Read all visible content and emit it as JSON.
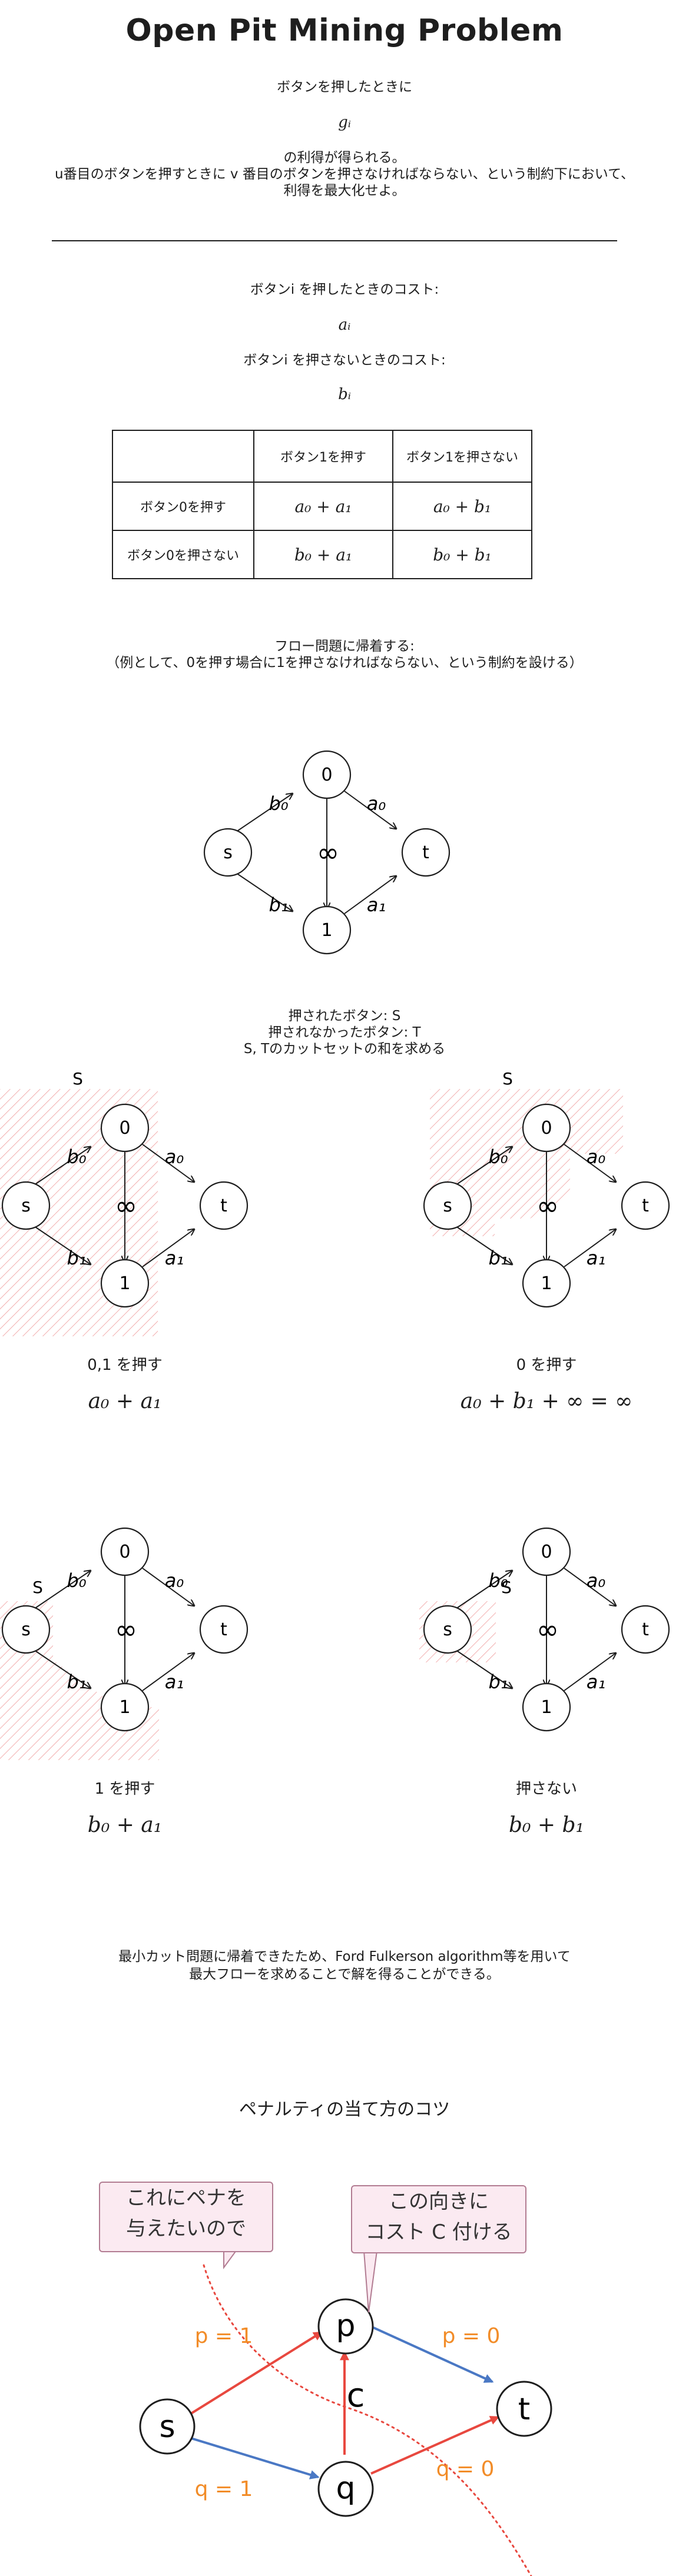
{
  "title": "Open Pit Mining Problem",
  "intro": {
    "line1": "ボタンを押したときに",
    "gain": "gᵢ",
    "line2": "の利得が得られる。",
    "line3": "u番目のボタンを押すときに v 番目のボタンを押さなければならない、という制約下において、",
    "line4": "利得を最大化せよ。"
  },
  "costs": {
    "press_text": "ボタンi を押したときのコスト:",
    "press_sym": "aᵢ",
    "nopress_text": "ボタンi を押さないときのコスト:",
    "nopress_sym": "bᵢ"
  },
  "table": {
    "col1": "ボタン1を押す",
    "col2": "ボタン1を押さない",
    "row1": "ボタン0を押す",
    "row2": "ボタン0を押さない",
    "c11": "a₀ + a₁",
    "c12": "a₀ + b₁",
    "c21": "b₀ + a₁",
    "c22": "b₀ + b₁"
  },
  "flow": {
    "line1": "フロー問題に帰着する:",
    "line2": "（例として、0を押す場合に1を押さなければならない、という制約を設ける）"
  },
  "graph": {
    "node_s": "s",
    "node_t": "t",
    "node_0": "0",
    "node_1": "1",
    "label_b0": "b₀",
    "label_a0": "a₀",
    "label_b1": "b₁",
    "label_a1": "a₁",
    "label_inf": "∞"
  },
  "cut_text": {
    "line1": "押されたボタン: S",
    "line2": "押されなかったボタン: T",
    "line3": "S, Tのカットセットの和を求める"
  },
  "cases": {
    "s_label": "S",
    "c1_caption": "0,1 を押す",
    "c1_result": "a₀ + a₁",
    "c2_caption": "0 を押す",
    "c2_result": "a₀ + b₁ + ∞ = ∞",
    "c3_caption": "1 を押す",
    "c3_result": "b₀ + a₁",
    "c4_caption": "押さない",
    "c4_result": "b₀ + b₁"
  },
  "conclusion": {
    "line1": "最小カット問題に帰着できたため、Ford Fulkerson algorithm等を用いて",
    "line2": "最大フローを求めることで解を得ることができる。"
  },
  "penalty": {
    "title": "ペナルティの当て方のコツ",
    "bubble_left_1": "これにペナを",
    "bubble_left_2": "与えたいので",
    "bubble_right_1": "この向きに",
    "bubble_right_2": "コスト C 付ける",
    "node_s": "s",
    "node_p": "p",
    "node_q": "q",
    "node_t": "t",
    "label_p1": "p = 1",
    "label_p0": "p = 0",
    "label_q1": "q = 1",
    "label_q0": "q = 0",
    "label_c": "c",
    "colors": {
      "red": "#e8483f",
      "blue": "#4a78c4",
      "orange": "#f28c28",
      "bubble_bg": "#fbeaf1"
    }
  }
}
